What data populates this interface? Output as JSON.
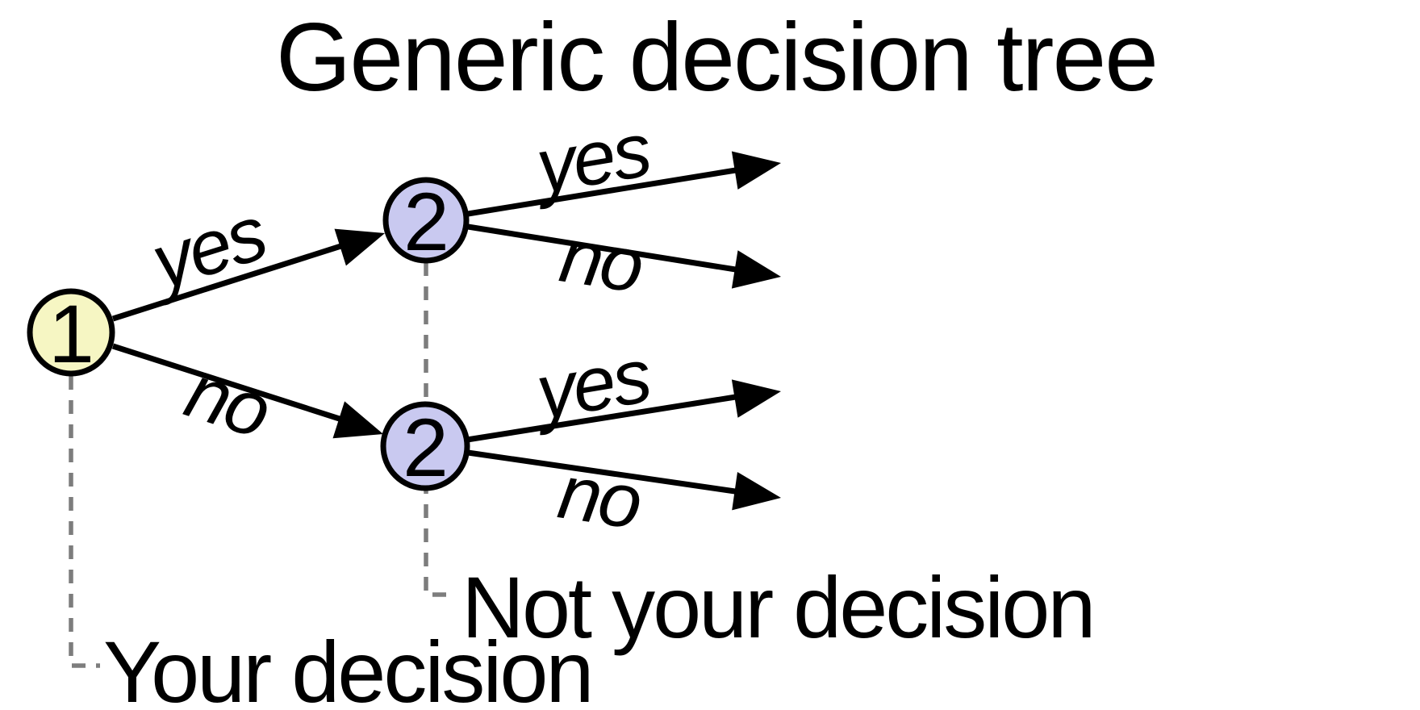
{
  "title": {
    "text": "Generic decision tree"
  },
  "diagram": {
    "type": "decision-tree",
    "nodes": [
      {
        "id": "1",
        "label": "1",
        "kind": "your-decision"
      },
      {
        "id": "2-top",
        "label": "2",
        "kind": "not-your-decision"
      },
      {
        "id": "2-bottom",
        "label": "2",
        "kind": "not-your-decision"
      }
    ],
    "edges": [
      {
        "from": "1",
        "to": "2-top",
        "label": "yes"
      },
      {
        "from": "1",
        "to": "2-bottom",
        "label": "no"
      },
      {
        "from": "2-top",
        "to": "outcome-1",
        "label": "yes"
      },
      {
        "from": "2-top",
        "to": "outcome-2",
        "label": "no"
      },
      {
        "from": "2-bottom",
        "to": "outcome-3",
        "label": "yes"
      },
      {
        "from": "2-bottom",
        "to": "outcome-4",
        "label": "no"
      }
    ],
    "annotations": [
      {
        "for": "node-1",
        "label": "Your decision"
      },
      {
        "for": "node-2",
        "label": "Not your decision"
      }
    ],
    "colors": {
      "decision_node_fill": "#f6f6c3",
      "chance_node_fill": "#c9c9f0",
      "stroke": "#000000",
      "dashed_line": "#7d7d7d",
      "background": "#ffffff"
    }
  }
}
